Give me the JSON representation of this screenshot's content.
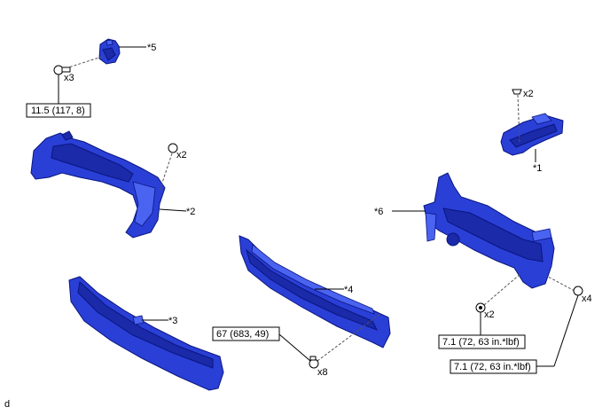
{
  "callouts": {
    "p1": "*1",
    "p2": "*2",
    "p3": "*3",
    "p4": "*4",
    "p5": "*5",
    "p6": "*6"
  },
  "quantities": {
    "q5": "x3",
    "q1": "x2",
    "q2": "x2",
    "q4": "x8",
    "q6a": "x2",
    "q6b": "x4"
  },
  "torques": {
    "t5": "11.5 (117, 8)",
    "t4": "67 (683, 49)",
    "t6a": "7.1 (72, 63 in.*lbf)",
    "t6b": "7.1 (72, 63 in.*lbf)"
  },
  "corner_label": "d"
}
